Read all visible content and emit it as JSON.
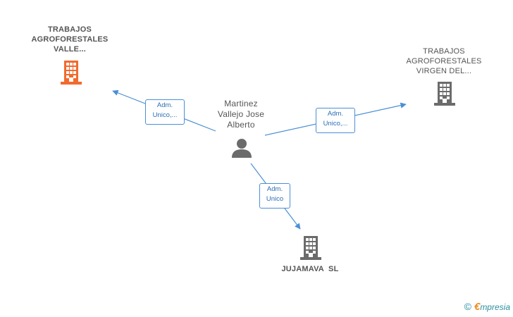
{
  "center": {
    "name_lines": [
      "Martinez",
      "Vallejo Jose",
      "Alberto"
    ]
  },
  "nodes": {
    "top_left": {
      "lines": [
        "TRABAJOS",
        "AGROFORESTALES",
        "VALLE..."
      ],
      "color": "#f26a2e"
    },
    "right": {
      "lines": [
        "TRABAJOS",
        "AGROFORESTALES",
        "VIRGEN DEL..."
      ],
      "color": "#6b6b6b"
    },
    "bottom": {
      "lines": [
        "JUJAMAVA  SL"
      ],
      "color": "#6b6b6b"
    }
  },
  "edges": {
    "top_left": {
      "line1": "Adm.",
      "line2": "Unico,..."
    },
    "right": {
      "line1": "Adm.",
      "line2": "Unico,..."
    },
    "bottom": {
      "line1": "Adm.",
      "line2": "Unico"
    }
  },
  "colors": {
    "edge": "#4a8fd6",
    "person": "#6b6b6b"
  },
  "footer": {
    "copyright": "©",
    "brand_initial": "€",
    "brand_rest": "mpresia"
  }
}
